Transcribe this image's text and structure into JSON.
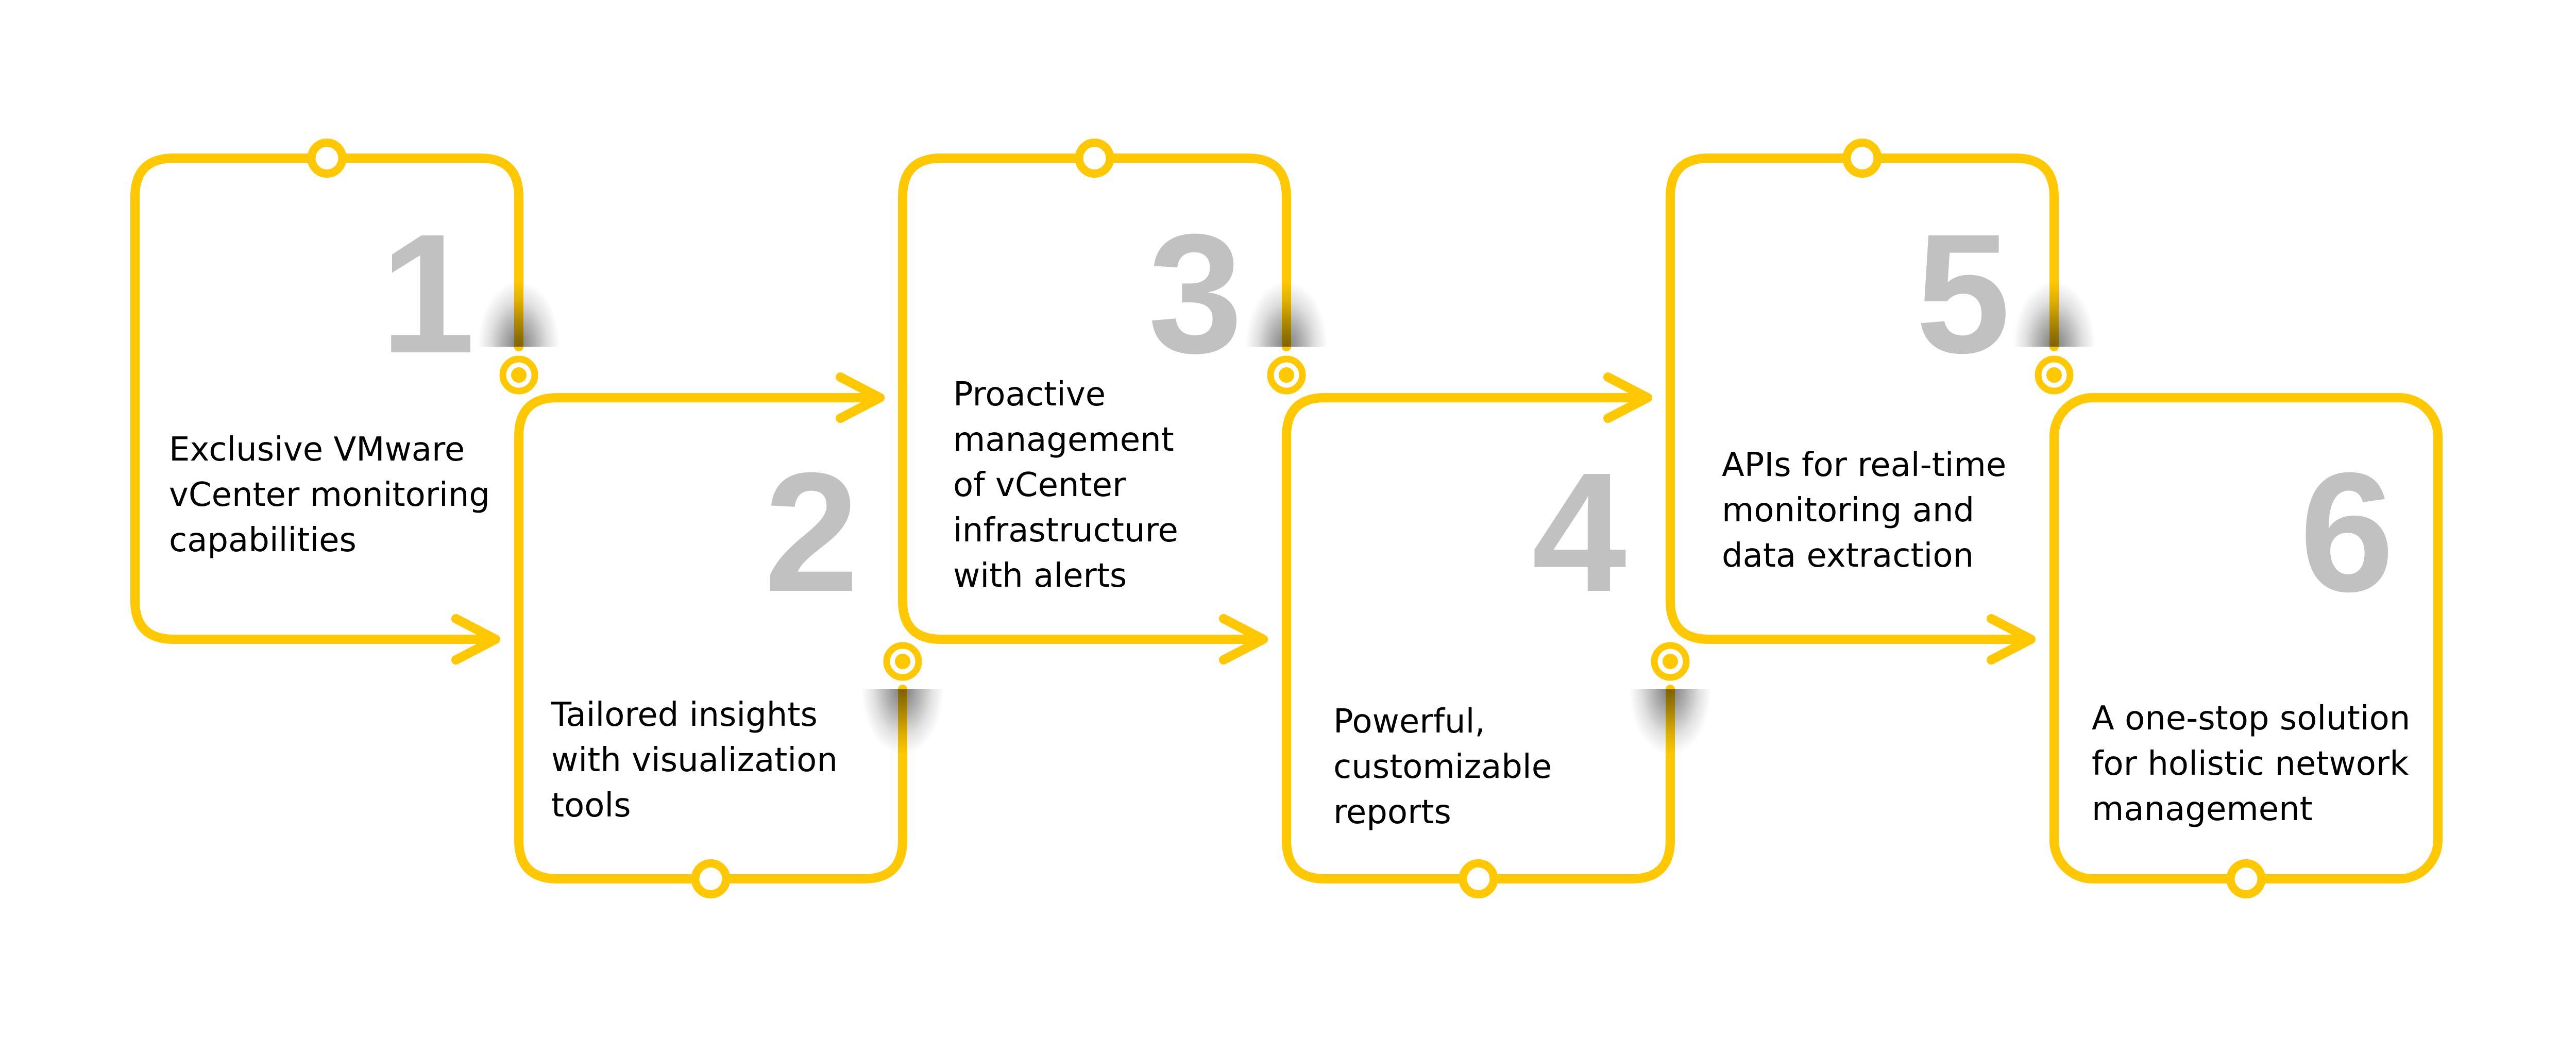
{
  "colors": {
    "accent_yellow": "#FFC800",
    "number_gray": "#C1C1C1",
    "text_color": "#000000",
    "background": "#FFFFFF"
  },
  "steps": [
    {
      "number": "1",
      "lines": [
        "Exclusive VMware",
        "vCenter monitoring",
        "capabilities"
      ]
    },
    {
      "number": "2",
      "lines": [
        "Tailored insights",
        "with visualization",
        "tools"
      ]
    },
    {
      "number": "3",
      "lines": [
        "Proactive",
        "management",
        "of vCenter",
        "infrastructure",
        "with alerts"
      ]
    },
    {
      "number": "4",
      "lines": [
        "Powerful,",
        "customizable",
        "reports"
      ]
    },
    {
      "number": "5",
      "lines": [
        "APIs for real-time",
        "monitoring and",
        "data extraction"
      ]
    },
    {
      "number": "6",
      "lines": [
        "A one-stop solution",
        "for holistic network",
        "management"
      ]
    }
  ]
}
